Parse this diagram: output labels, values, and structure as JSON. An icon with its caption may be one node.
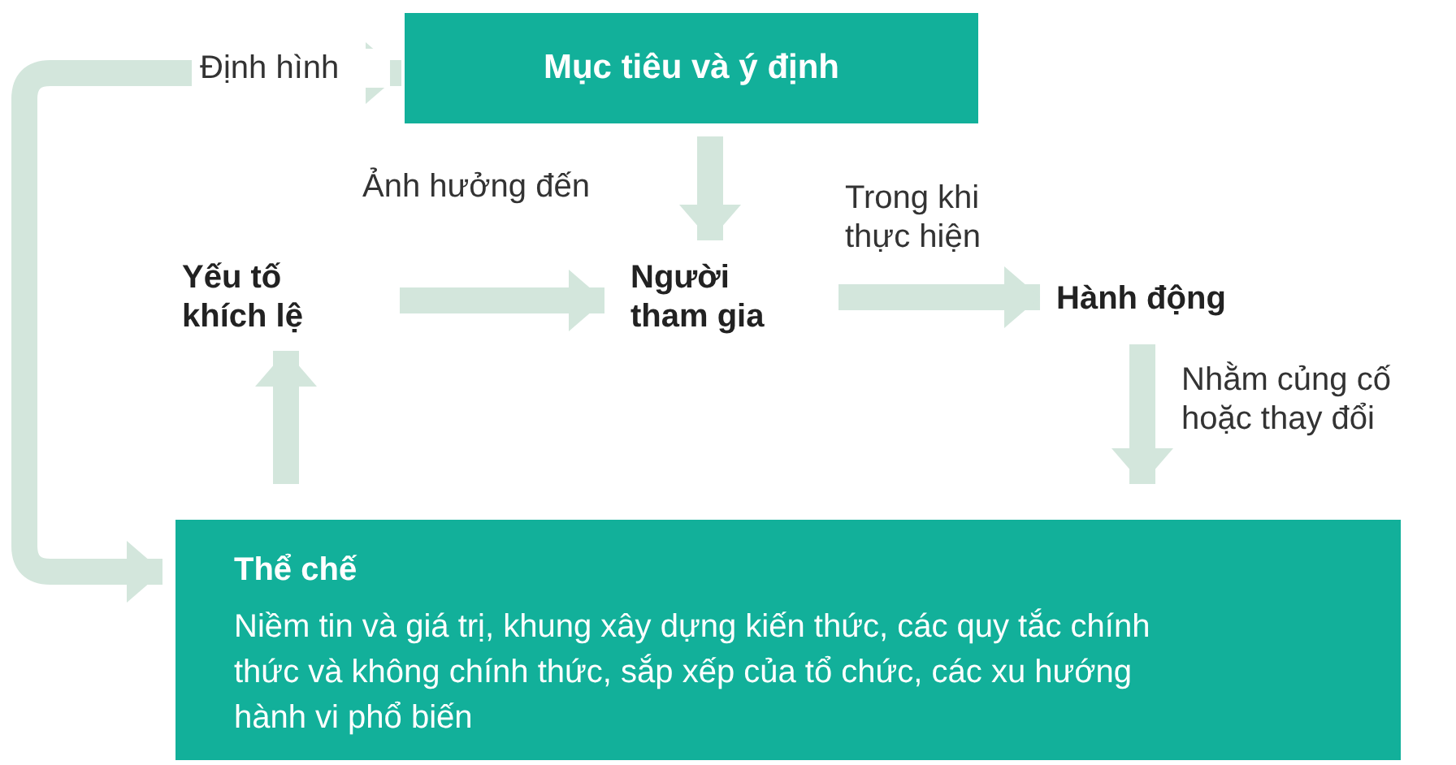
{
  "diagram": {
    "nodes": [
      {
        "text": [
          "Mục tiêu và ý định"
        ]
      },
      {
        "text": [
          "Yếu tố khích lệ"
        ]
      },
      {
        "text": [
          "Người tham gia"
        ]
      },
      {
        "text": [
          "Hành động"
        ]
      },
      {
        "text": [
          "Thể chế",
          "Niềm tin và giá trị, khung xây dựng kiến thức, các quy tắc chính thức và không chính thức, sắp xếp của tổ chức, các xu hướng hành vi phổ biến"
        ]
      }
    ],
    "edges": [
      {
        "from": 0,
        "to": 2,
        "arrow": "to",
        "label": "Ảnh hưởng đến"
      },
      {
        "from": 1,
        "to": 2,
        "arrow": "to"
      },
      {
        "from": 2,
        "to": 3,
        "arrow": "to",
        "label": "Trong khi thực hiện"
      },
      {
        "from": 3,
        "to": 4,
        "arrow": "to",
        "label": "Nhằm củng cố hoặc thay đổi"
      },
      {
        "from": 4,
        "to": 1,
        "arrow": "to"
      },
      {
        "from": 4,
        "to": 0,
        "arrow": "both",
        "label": "Định hình"
      }
    ]
  }
}
